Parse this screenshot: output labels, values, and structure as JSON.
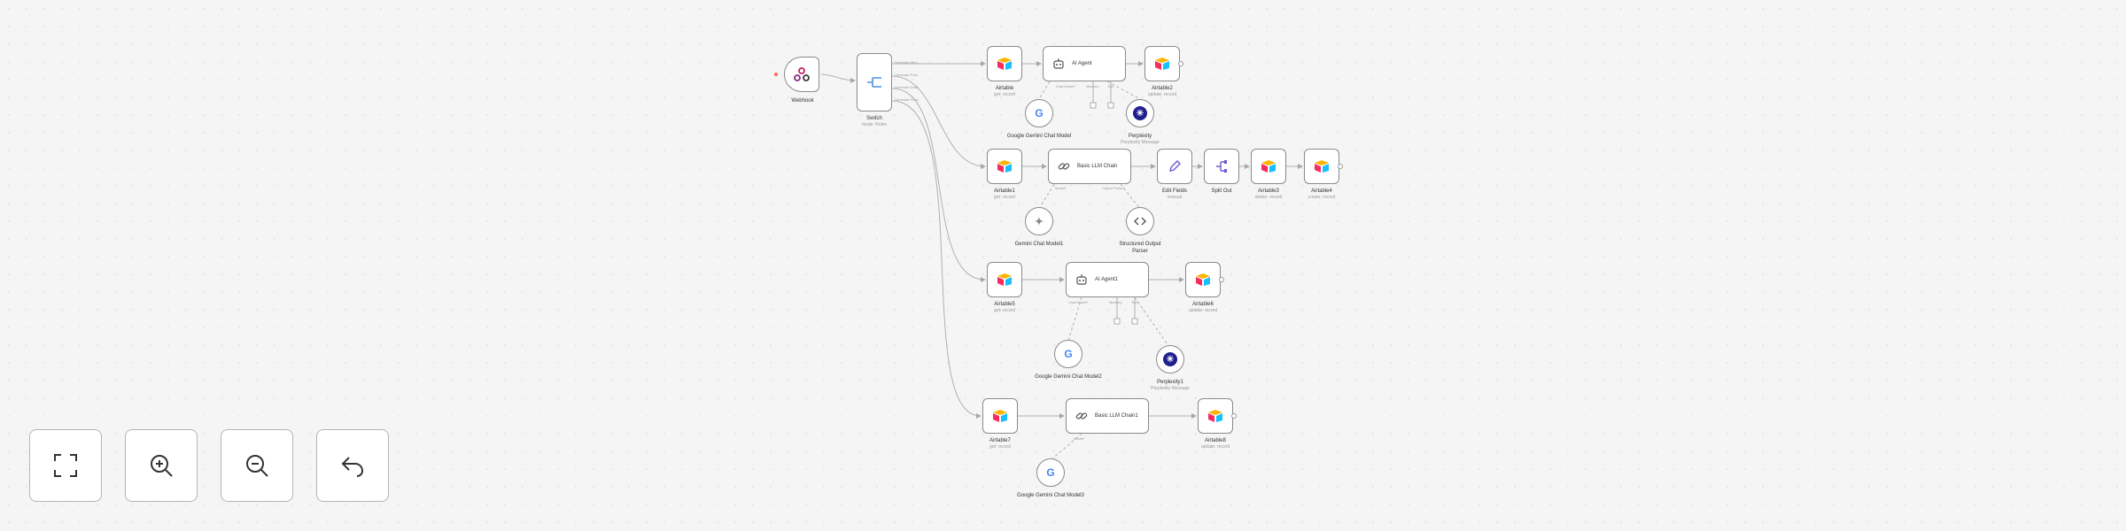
{
  "nodes": {
    "webhook": {
      "title": "Webhook",
      "icon": "webhook-icon"
    },
    "switch": {
      "title": "Switch",
      "subtitle": "mode: Rules"
    },
    "airtable_get": {
      "title": "Airtable",
      "subtitle": "get: record"
    },
    "ai_agent": {
      "title": "AI Agent",
      "icon": "robot-icon"
    },
    "airtable2": {
      "title": "Airtable2",
      "subtitle": "update: record"
    },
    "gemini_chat_model": {
      "title": "Google Gemini Chat Model",
      "icon": "google-icon"
    },
    "perplexity": {
      "title": "Perplexity",
      "subtitle": "Perplexity Message",
      "icon": "perplexity-icon"
    },
    "airtable1": {
      "title": "Airtable1",
      "subtitle": "get: record"
    },
    "basic_llm_chain": {
      "title": "Basic LLM Chain",
      "icon": "chain-icon"
    },
    "edit_fields": {
      "title": "Edit Fields",
      "subtitle": "manual",
      "icon": "pencil-icon"
    },
    "split_out": {
      "title": "Split Out",
      "icon": "split-out-icon"
    },
    "airtable3": {
      "title": "Airtable3",
      "subtitle": "delete: record"
    },
    "airtable4": {
      "title": "Airtable4",
      "subtitle": "create: record"
    },
    "gemini_chat_model1": {
      "title": "Gemini Chat Model1"
    },
    "structured_output_parser": {
      "title": "Structured Output Parser",
      "icon": "code-icon"
    },
    "airtable5": {
      "title": "Airtable5",
      "subtitle": "get: record"
    },
    "ai_agent1": {
      "title": "AI Agent1",
      "icon": "robot-icon"
    },
    "airtable6": {
      "title": "Airtable6",
      "subtitle": "update: record"
    },
    "gemini_chat_model2": {
      "title": "Google Gemini Chat Model2",
      "icon": "google-icon"
    },
    "perplexity1": {
      "title": "Perplexity1",
      "subtitle": "Perplexity Message",
      "icon": "perplexity-icon"
    },
    "airtable7": {
      "title": "Airtable7",
      "subtitle": "get: record"
    },
    "basic_llm_chain1": {
      "title": "Basic LLM Chain1",
      "icon": "chain-icon"
    },
    "airtable8": {
      "title": "Airtable8",
      "subtitle": "update: record"
    },
    "gemini_chat_model3": {
      "title": "Google Gemini Chat Model3",
      "icon": "google-icon"
    }
  },
  "connection_labels": {
    "switch_out0": "Generate Idea",
    "switch_out1": "Generate Post",
    "switch_out2": "Generate Draft",
    "switch_out3": "Generate Final",
    "chat_model": "Chat Model*",
    "memory": "Memory",
    "tool": "Tool",
    "model": "Model*",
    "output_parser": "Output Parser"
  },
  "controls": [
    {
      "name": "fit-view-icon",
      "label": "Fit view"
    },
    {
      "name": "zoom-in-icon",
      "label": "Zoom in"
    },
    {
      "name": "zoom-out-icon",
      "label": "Zoom out"
    },
    {
      "name": "undo-icon",
      "label": "Undo"
    }
  ],
  "colors": {
    "node_border": "#8a8a8a",
    "connection": "#a8a8a8",
    "trigger_accent": "#ff6d5a",
    "canvas_bg": "#f5f5f5"
  }
}
